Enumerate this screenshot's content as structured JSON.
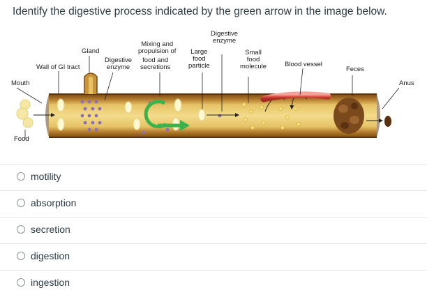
{
  "question": "Identify the digestive process indicated by the green arrow in the image below.",
  "diagram": {
    "labels": {
      "digestive_enzyme_top": "Digestive\nenzyme",
      "mixing": "Mixing and\npropulsion of",
      "gland": "Gland",
      "large_food": "Large\nfood\nparticle",
      "small_food": "Small\nfood\nmolecule",
      "wall": "Wall of GI tract",
      "digestive_enzyme": "Digestive\nenzyme",
      "food_and_secretions": "food and\nsecretions",
      "blood_vessel": "Blood vessel",
      "feces": "Feces",
      "mouth": "Mouth",
      "anus": "Anus",
      "food": "Food"
    }
  },
  "options": [
    {
      "label": "motility"
    },
    {
      "label": "absorption"
    },
    {
      "label": "secretion"
    },
    {
      "label": "digestion"
    },
    {
      "label": "ingestion"
    }
  ],
  "colors": {
    "arrow_green": "#3cb34a",
    "tube_brown": "#8a5a1c",
    "tube_inner": "#e8c766",
    "blood_red": "#d9473c"
  }
}
